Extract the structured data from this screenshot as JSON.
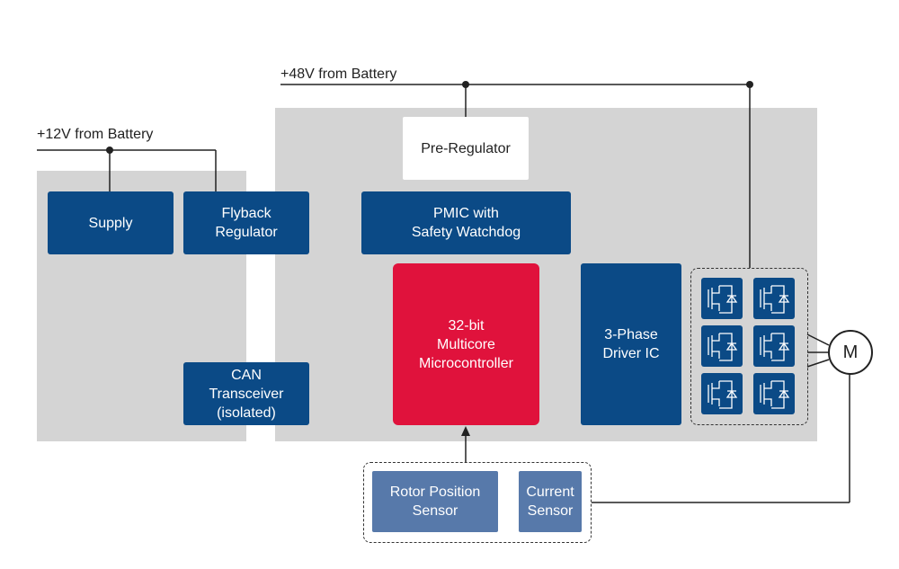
{
  "supply_labels": {
    "v12": "+12V from Battery",
    "v48": "+48V from Battery"
  },
  "blocks": {
    "supply": "Supply",
    "flyback": "Flyback\nRegulator",
    "can": "CAN\nTransceiver\n(isolated)",
    "pre_regulator": "Pre-Regulator",
    "pmic": "PMIC with\nSafety Watchdog",
    "mcu": "32-bit\nMulticore\nMicrocontroller",
    "driver": "3-Phase\nDriver IC",
    "rotor_sensor": "Rotor Position\nSensor",
    "current_sensor": "Current\nSensor",
    "motor": "M"
  },
  "colors": {
    "dark_blue": "#0b4a86",
    "red": "#e0123c",
    "light_blue": "#5779aa",
    "panel_gray": "#d4d4d4"
  }
}
